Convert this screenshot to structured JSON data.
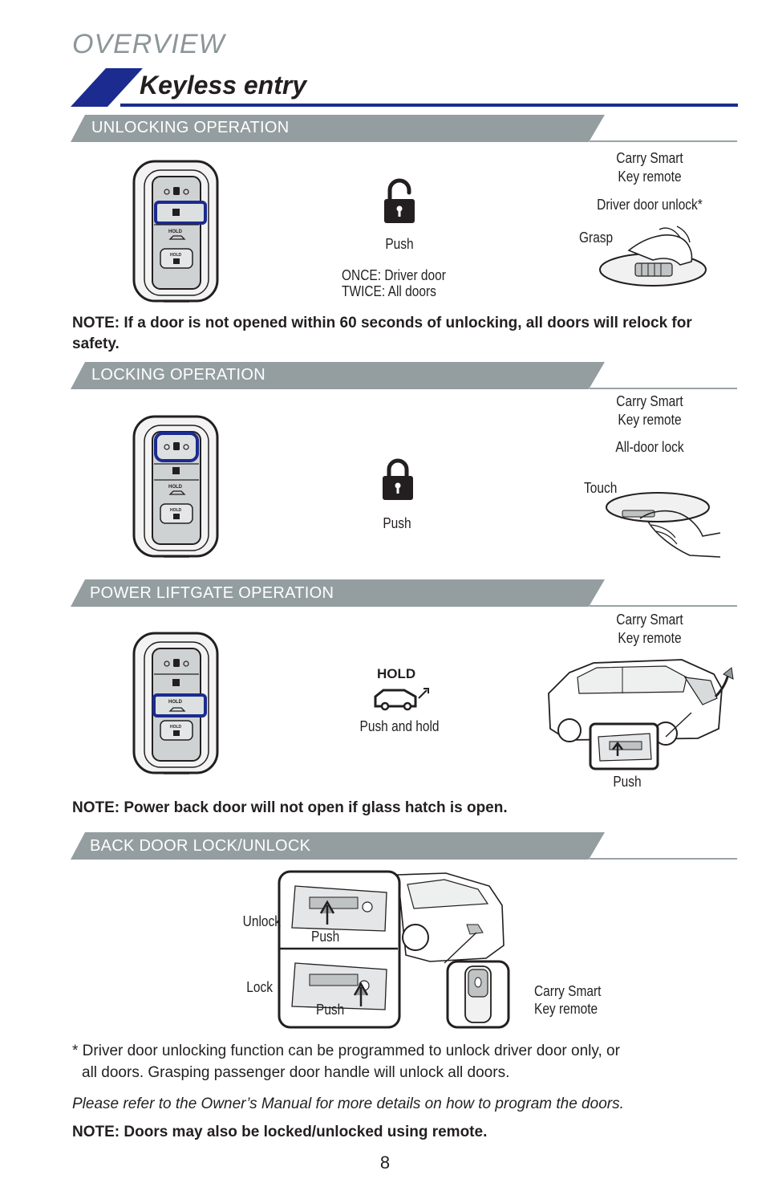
{
  "header": {
    "overview": "OVERVIEW",
    "title": "Keyless entry"
  },
  "unlocking": {
    "heading": "UNLOCKING OPERATION",
    "push": "Push",
    "once": "ONCE: Driver door",
    "twice": "TWICE: All doors",
    "carry_1": "Carry Smart",
    "carry_2": "Key remote",
    "driver_unlock": "Driver door unlock*",
    "grasp": "Grasp",
    "note": "NOTE: If a door is not opened within 60 seconds of unlocking, all doors will relock for safety."
  },
  "locking": {
    "heading": "LOCKING OPERATION",
    "push": "Push",
    "carry_1": "Carry Smart",
    "carry_2": "Key remote",
    "all_door": "All-door lock",
    "touch": "Touch"
  },
  "liftgate": {
    "heading": "POWER LIFTGATE OPERATION",
    "hold": "HOLD",
    "push_hold": "Push and hold",
    "carry_1": "Carry Smart",
    "carry_2": "Key remote",
    "push": "Push",
    "note": "NOTE: Power back door will not open if glass hatch is open."
  },
  "backdoor": {
    "heading": "BACK DOOR LOCK/UNLOCK",
    "unlock": "Unlock",
    "lock": "Lock",
    "push_top": "Push",
    "push_bottom": "Push",
    "carry_1": "Carry Smart",
    "carry_2": "Key remote"
  },
  "footnote": {
    "line1": "* Driver door unlocking function can be programmed to unlock driver door only, or",
    "line2": "all doors. Grasping passenger door handle will unlock all doors."
  },
  "refer": "Please refer to the Owner’s Manual for more details on how to program the doors.",
  "final_note": "NOTE: Doors may also be locked/unlocked using remote.",
  "fob": {
    "hold_label": "HOLD"
  },
  "page_number": "8",
  "colors": {
    "accent": "#1b2b8f",
    "band": "#949ea1",
    "rule": "#9aa3a6"
  }
}
